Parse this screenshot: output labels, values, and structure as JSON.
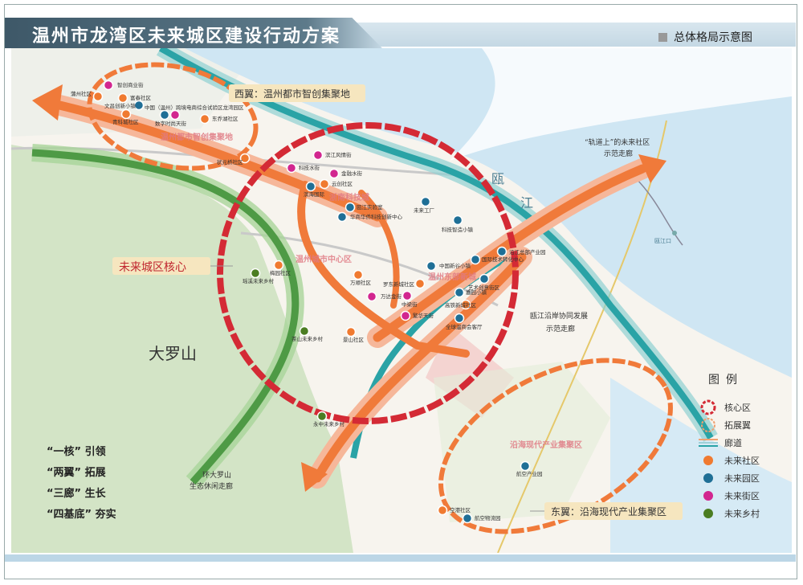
{
  "header": {
    "title": "温州市龙湾区未来城区建设行动方案",
    "subtitle": "总体格局示意图"
  },
  "colors": {
    "core": "#d42a35",
    "wing": "#f07a3a",
    "corridor_teal": "#2aa3a6",
    "corridor_green": "#4e9a45",
    "community": "#f07a30",
    "park": "#1f6f96",
    "street": "#d2268f",
    "village": "#4b7d22",
    "river": "#cfe6f3"
  },
  "map": {
    "river_labels": [
      "瓯",
      "江"
    ],
    "estuary": "瓯江口",
    "mountain": "大罗山",
    "area_labels": [
      "温州都市智创集聚地",
      "浙南科技城",
      "温州城市中心区",
      "温州东部新城",
      "沿海现代产业集聚区"
    ],
    "callouts": {
      "west": "西翼：温州都市智创集聚地",
      "core": "未来城区核心",
      "east": "东翼：沿海现代产业集聚区"
    },
    "corridors": {
      "rail": [
        "“轨道上”的未来社区",
        "示范走廊"
      ],
      "river": [
        "瓯江沿岸协同发展",
        "示范走廊"
      ],
      "mountain": [
        "环大罗山",
        "生态休闲走廊"
      ]
    },
    "markers": [
      {
        "name": "智创商业街",
        "type": "street"
      },
      {
        "name": "蒲州社区",
        "type": "community"
      },
      {
        "name": "富春社区",
        "type": "community"
      },
      {
        "name": "文昌创新小镇",
        "type": "park"
      },
      {
        "name": "青科城社区",
        "type": "community"
      },
      {
        "name": "中国（温州）跨境电商综合试验区龙湾园区",
        "type": "park"
      },
      {
        "name": "数字时尚天街",
        "type": "street"
      },
      {
        "name": "东乔湖社区",
        "type": "community"
      },
      {
        "name": "状元桥社区",
        "type": "community"
      },
      {
        "name": "滨江风情街",
        "type": "street"
      },
      {
        "name": "科技水街",
        "type": "street"
      },
      {
        "name": "金融水街",
        "type": "street"
      },
      {
        "name": "云创社区",
        "type": "community"
      },
      {
        "name": "滨海国际",
        "type": "park"
      },
      {
        "name": "瓯江实验室",
        "type": "park"
      },
      {
        "name": "华商华侨科技创新中心",
        "type": "park"
      },
      {
        "name": "未来工厂",
        "type": "park"
      },
      {
        "name": "科技智造小镇",
        "type": "park"
      },
      {
        "name": "梅园社区",
        "type": "community"
      },
      {
        "name": "瑶溪未来乡村",
        "type": "village"
      },
      {
        "name": "万顺社区",
        "type": "community"
      },
      {
        "name": "万达金街",
        "type": "street"
      },
      {
        "name": "中梁街",
        "type": "street"
      },
      {
        "name": "繁华天街",
        "type": "street"
      },
      {
        "name": "中国新谷小镇",
        "type": "park"
      },
      {
        "name": "国际技术转化中心",
        "type": "park"
      },
      {
        "name": "艺术创意街区",
        "type": "park"
      },
      {
        "name": "罗东新城社区",
        "type": "community"
      },
      {
        "name": "嘉园小镇",
        "type": "park"
      },
      {
        "name": "高铁新城社区",
        "type": "community"
      },
      {
        "name": "全球温商会客厅",
        "type": "park"
      },
      {
        "name": "沿江总部产业园",
        "type": "park"
      },
      {
        "name": "茶山未来乡村",
        "type": "village"
      },
      {
        "name": "景山社区",
        "type": "community"
      },
      {
        "name": "永中未来乡村",
        "type": "village"
      },
      {
        "name": "航空产业园",
        "type": "park"
      },
      {
        "name": "空港社区",
        "type": "community"
      },
      {
        "name": "航空物流园",
        "type": "park"
      }
    ]
  },
  "slogans": [
    {
      "key": "“一核”",
      "text": "引领"
    },
    {
      "key": "“两翼”",
      "text": "拓展"
    },
    {
      "key": "“三廊”",
      "text": "生长"
    },
    {
      "key": "“四基底”",
      "text": "夯实"
    }
  ],
  "legend": {
    "title": "图例",
    "items": [
      {
        "label": "核心区",
        "symbol": "core-ring"
      },
      {
        "label": "拓展翼",
        "symbol": "wing-ring"
      },
      {
        "label": "廊道",
        "symbol": "corridor-lines"
      },
      {
        "label": "未来社区",
        "symbol": "community"
      },
      {
        "label": "未来园区",
        "symbol": "park"
      },
      {
        "label": "未来街区",
        "symbol": "street"
      },
      {
        "label": "未来乡村",
        "symbol": "village"
      }
    ]
  }
}
